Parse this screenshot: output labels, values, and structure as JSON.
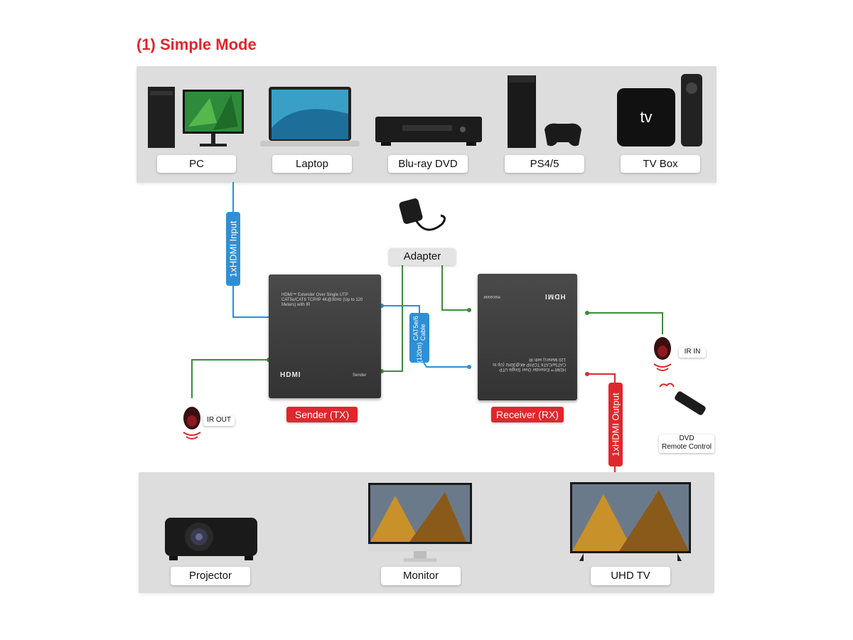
{
  "title": "(1) Simple Mode",
  "sources": [
    {
      "label": "PC",
      "icon": "desktop-pc-icon"
    },
    {
      "label": "Laptop",
      "icon": "laptop-icon"
    },
    {
      "label": "Blu-ray DVD",
      "icon": "bluray-player-icon"
    },
    {
      "label": "PS4/5",
      "icon": "game-console-icon"
    },
    {
      "label": "TV Box",
      "icon": "tv-box-icon"
    }
  ],
  "displays": [
    {
      "label": "Projector",
      "icon": "projector-icon"
    },
    {
      "label": "Monitor",
      "icon": "monitor-icon"
    },
    {
      "label": "UHD TV",
      "icon": "uhd-tv-icon"
    }
  ],
  "input_cable": "1xHDMI Input",
  "output_cable": "1xHDMI Output",
  "lan_cable": "CAT5e/6 Cable",
  "lan_length": "(120m)",
  "adapter": "Adapter",
  "sender": {
    "label": "Sender (TX)",
    "text": "HDMI™ Extender Over Single UTP CAT5e/CAT6 TCP/IP 4K@30Hz (Up to 120 Meters) with IR",
    "brand": "HDMI",
    "model": "Sender"
  },
  "receiver": {
    "label": "Receiver (RX)",
    "text": "HDMI™ Extender Over Single UTP CAT5e/CAT6 TCP/IP 4K@30Hz (Up to 120 Meters) with IR",
    "brand": "HDMI",
    "model": "Receiver"
  },
  "ir_out": "IR OUT",
  "ir_in": "IR IN",
  "remote": {
    "line1": "DVD",
    "line2": "Remote Control"
  },
  "colors": {
    "red": "#e1262d",
    "blue": "#2f8fd4",
    "green": "#3a8f3a",
    "panel": "#dddddd"
  }
}
